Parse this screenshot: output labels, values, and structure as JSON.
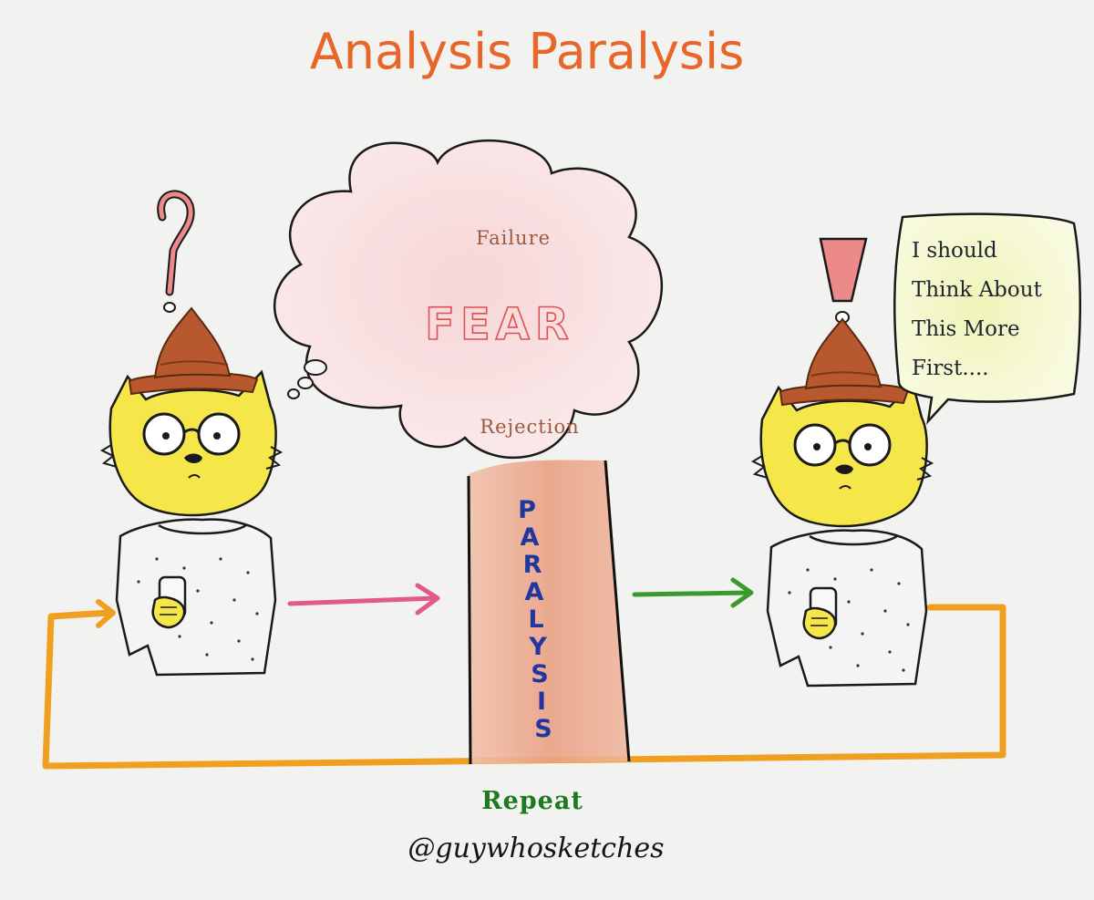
{
  "title": "Analysis Paralysis",
  "cloud": {
    "top_word": "Failure",
    "center_word": "FEAR",
    "bottom_word": "Rejection"
  },
  "pillar": {
    "letters": [
      "P",
      "A",
      "R",
      "A",
      "L",
      "Y",
      "S",
      "I",
      "S"
    ]
  },
  "speech_bubble": {
    "lines": [
      "I should",
      "Think About",
      "This More",
      "First...."
    ]
  },
  "loop_label": "Repeat",
  "signature": "@guywhosketches",
  "colors": {
    "title": "#e8662a",
    "cat_face": "#f5e64a",
    "hat": "#b8582e",
    "loop": "#f0a020",
    "pink_arrow": "#e05a8a",
    "green_arrow": "#3a9a2e",
    "pillar_fill": "#eba98c",
    "cloud_fill": "#f6d6d8",
    "bubble_fill": "#eef3b0",
    "question_mark": "#ec8a8a",
    "exclamation_mark": "#ec8a8a"
  },
  "icons": {
    "left_mark": "question-mark-icon",
    "right_mark": "exclamation-mark-icon"
  }
}
